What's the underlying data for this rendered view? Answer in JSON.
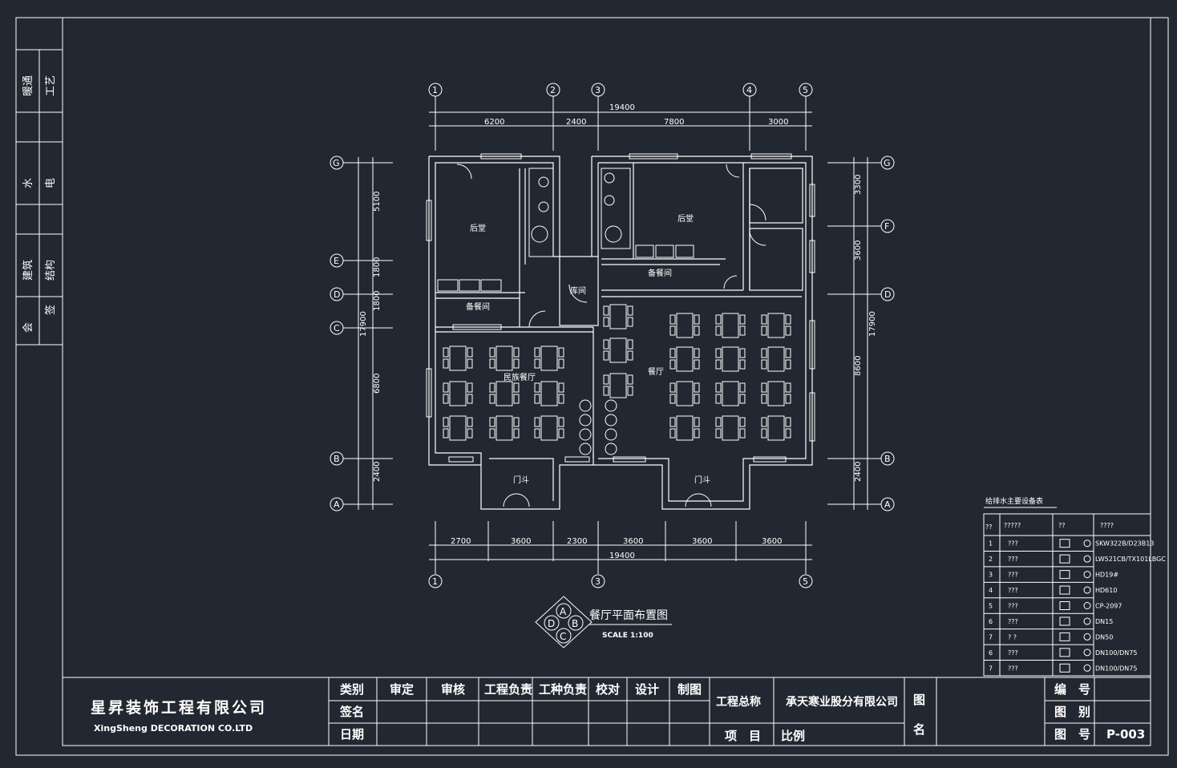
{
  "side_strip": [
    "暖通",
    "工艺",
    "水",
    "电",
    "建筑",
    "结构",
    "会",
    "签"
  ],
  "axes": {
    "top": [
      "1",
      "2",
      "3",
      "4",
      "5"
    ],
    "bottom": [
      "1",
      "3",
      "5"
    ],
    "left": [
      "G",
      "E",
      "D",
      "C",
      "B",
      "A"
    ],
    "right": [
      "G",
      "F",
      "D",
      "B",
      "A"
    ]
  },
  "dims": {
    "top_total": "19400",
    "top_segments": [
      "6200",
      "2400",
      "7800",
      "3000"
    ],
    "bottom_total": "19400",
    "bottom_segments": [
      "2700",
      "3600",
      "2300",
      "3600",
      "3600",
      "3600"
    ],
    "left_total": "17900",
    "left_segments": [
      "5100",
      "1800",
      "1800",
      "6800",
      "2400"
    ],
    "right_total": "17900",
    "right_segments": [
      "3300",
      "3600",
      "8600",
      "2400"
    ]
  },
  "rooms": {
    "back_kitchen_left": "后堂",
    "back_kitchen_right": "后堂",
    "prep_left": "备餐间",
    "prep_right": "备餐间",
    "warehouse": "库间",
    "ethnic_dining": "民族餐厅",
    "dining": "餐厅",
    "vestibule_left": "门斗",
    "vestibule_right": "门斗"
  },
  "drawing_title": "餐厅平面布置图",
  "scale_label": "SCALE  1:100",
  "index_symbol": [
    "A",
    "D",
    "B",
    "C"
  ],
  "equipment_table": {
    "title": "给排水主要设备表",
    "headers": [
      "??",
      "?????",
      "??",
      "????"
    ],
    "rows": [
      {
        "no": "1",
        "name": "???",
        "model": "SKW322B/D23B13"
      },
      {
        "no": "2",
        "name": "???",
        "model": "LW521CB/TX101LBGC"
      },
      {
        "no": "3",
        "name": "???",
        "model": "HD19#"
      },
      {
        "no": "4",
        "name": "???",
        "model": "HD610"
      },
      {
        "no": "5",
        "name": "???",
        "model": "CP-2097"
      },
      {
        "no": "6",
        "name": "???",
        "model": "DN15"
      },
      {
        "no": "7",
        "name": "? ?",
        "model": "DN50"
      },
      {
        "no": "6",
        "name": "???",
        "model": "DN100/DN75"
      },
      {
        "no": "7",
        "name": "???",
        "model": "DN100/DN75"
      }
    ]
  },
  "title_block": {
    "company_cn": "星昇装饰工程有限公司",
    "company_en": "XingSheng  DECORATION CO.LTD",
    "row_labels": [
      "类别",
      "签名",
      "日期"
    ],
    "roles": [
      "审定",
      "审核",
      "工程负责",
      "工种负责",
      "校对",
      "设计",
      "制图"
    ],
    "project_total_label": "工程总称",
    "project_total_value": "承天寒业股分有限公司",
    "item_label": "项　目",
    "ratio_label": "比例",
    "drawing_name_label": [
      "图",
      "名"
    ],
    "number_label": "编　号",
    "category_label": "图　别",
    "drawing_no_label": "图　号",
    "drawing_no_value": "P-003"
  },
  "colors": {
    "background": "#222831",
    "line": "#ffffff"
  }
}
